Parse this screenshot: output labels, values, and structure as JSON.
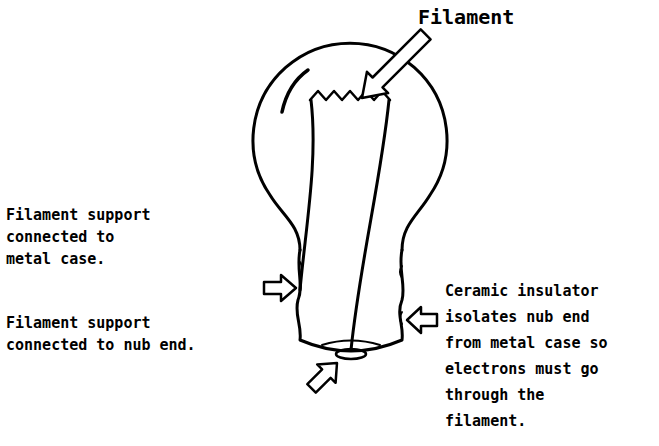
{
  "diagram": {
    "labels": [
      "Filament",
      "Filament support connected to metal case.",
      "Filament support connected to nub end.",
      "Ceramic insulator isolates nub end from metal case so electrons must go through the filament."
    ]
  }
}
